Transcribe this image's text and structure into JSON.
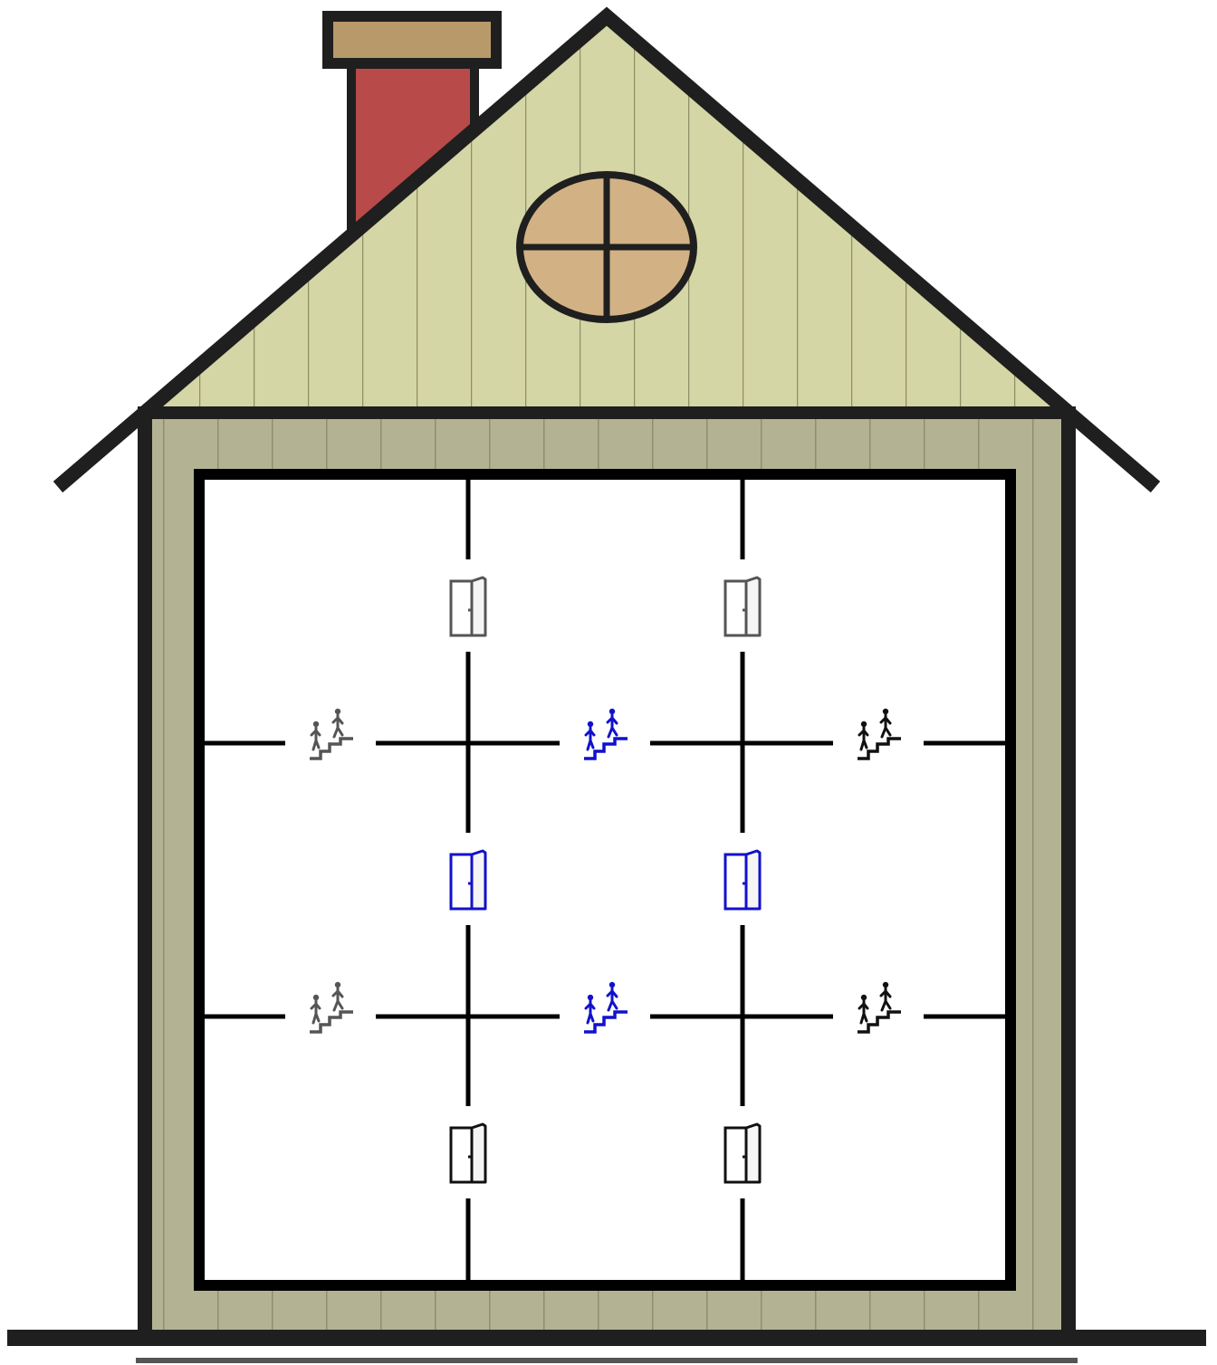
{
  "scene": "house-floor-plan-puzzle",
  "colors": {
    "chimney": "#b84a4a",
    "chimney_cap": "#b89a6a",
    "gable": "#d5d6a6",
    "gable_lines": "#8f8f66",
    "wall_siding": "#b3b394",
    "round_window": "#d2b284",
    "outline": "#1f1f1f",
    "floor": "#ffffff",
    "highlight": "#1111cc",
    "icon_default": "#222222",
    "icon_gray": "#555555"
  },
  "grid": {
    "rows": 3,
    "cols": 3
  },
  "doors": [
    {
      "id": "top-left",
      "color": "gray"
    },
    {
      "id": "top-right",
      "color": "gray"
    },
    {
      "id": "middle-left",
      "color": "blue"
    },
    {
      "id": "middle-right",
      "color": "blue"
    },
    {
      "id": "bottom-left",
      "color": "black"
    },
    {
      "id": "bottom-right",
      "color": "black"
    }
  ],
  "stairs": [
    {
      "id": "upper-left",
      "color": "gray"
    },
    {
      "id": "upper-center",
      "color": "blue"
    },
    {
      "id": "upper-right",
      "color": "black"
    },
    {
      "id": "lower-left",
      "color": "gray"
    },
    {
      "id": "lower-center",
      "color": "blue"
    },
    {
      "id": "lower-right",
      "color": "black"
    }
  ],
  "icons": {
    "door": "door-icon",
    "stairs": "stairs-icon",
    "window": "round-window-icon",
    "chimney": "chimney-icon"
  }
}
